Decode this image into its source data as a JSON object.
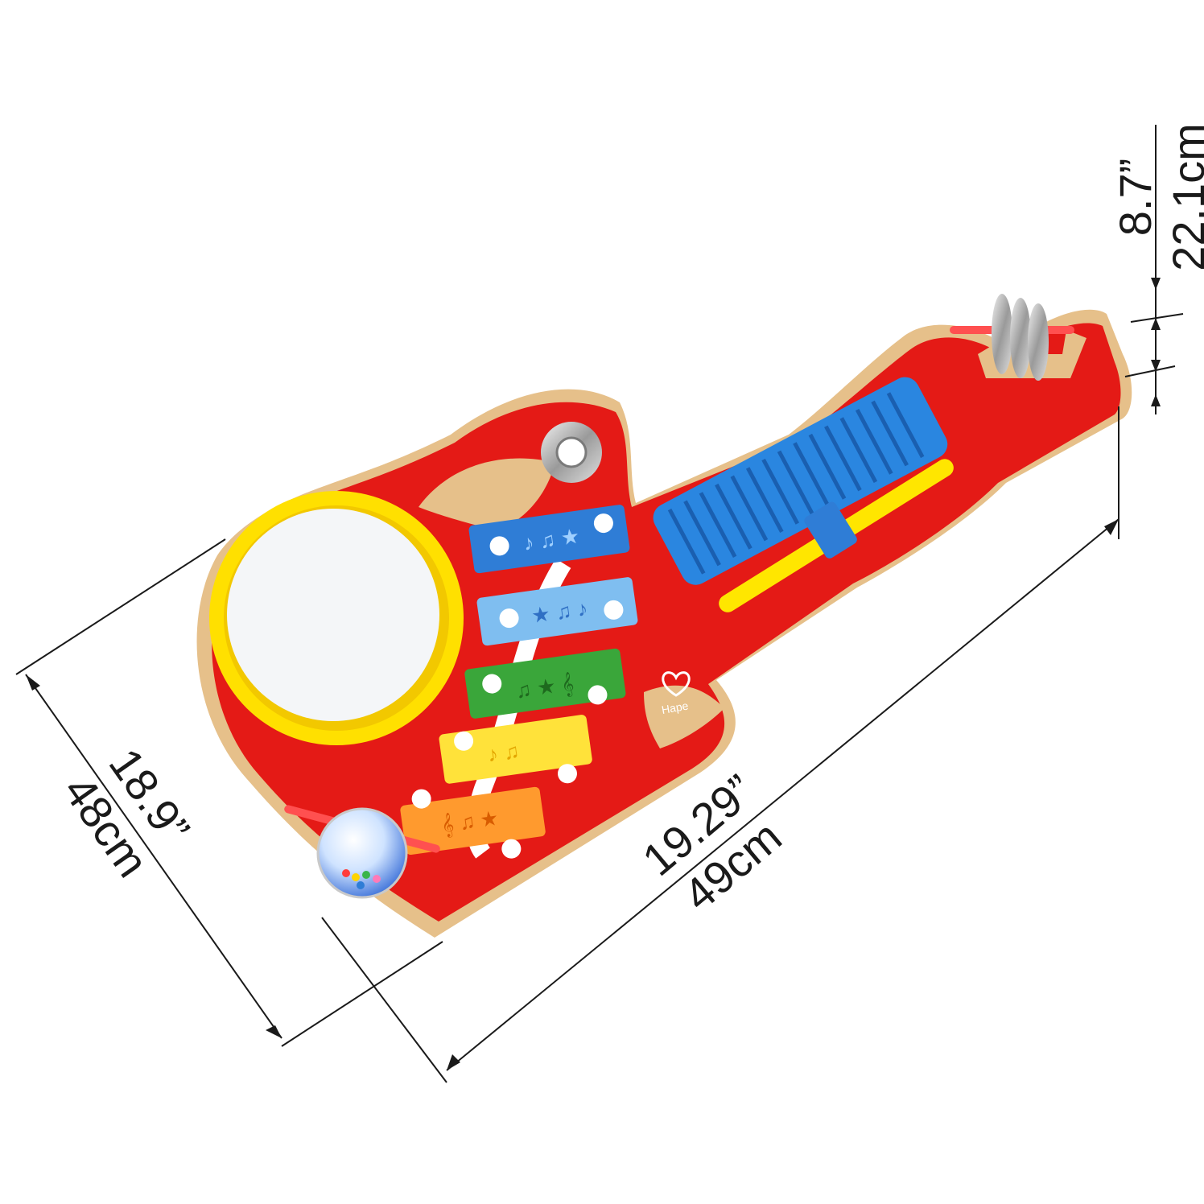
{
  "dimensions": {
    "width": {
      "imperial": "18.9”",
      "metric": "48cm"
    },
    "length": {
      "imperial": "19.29”",
      "metric": "49cm"
    },
    "height": {
      "imperial": "8.7”",
      "metric": "22.1cm"
    }
  },
  "brand_logo": {
    "text": "Hape"
  },
  "colors": {
    "body_red": "#e41a16",
    "wood": "#e8c48f",
    "drum_rim": "#ffe000",
    "drum_head": "#f4f6f8",
    "key_colors": [
      "#2f7dd6",
      "#7fbef0",
      "#3aa63a",
      "#ffe23a",
      "#ff9a2e"
    ],
    "guiro_blue": "#2a86e0",
    "stick_yellow": "#ffe600",
    "dimension_line": "#1a1a1a"
  },
  "icons": [
    "drum",
    "xylophone-key",
    "guiro",
    "cymbals",
    "bell",
    "rattle-ball",
    "heart-logo-icon"
  ]
}
